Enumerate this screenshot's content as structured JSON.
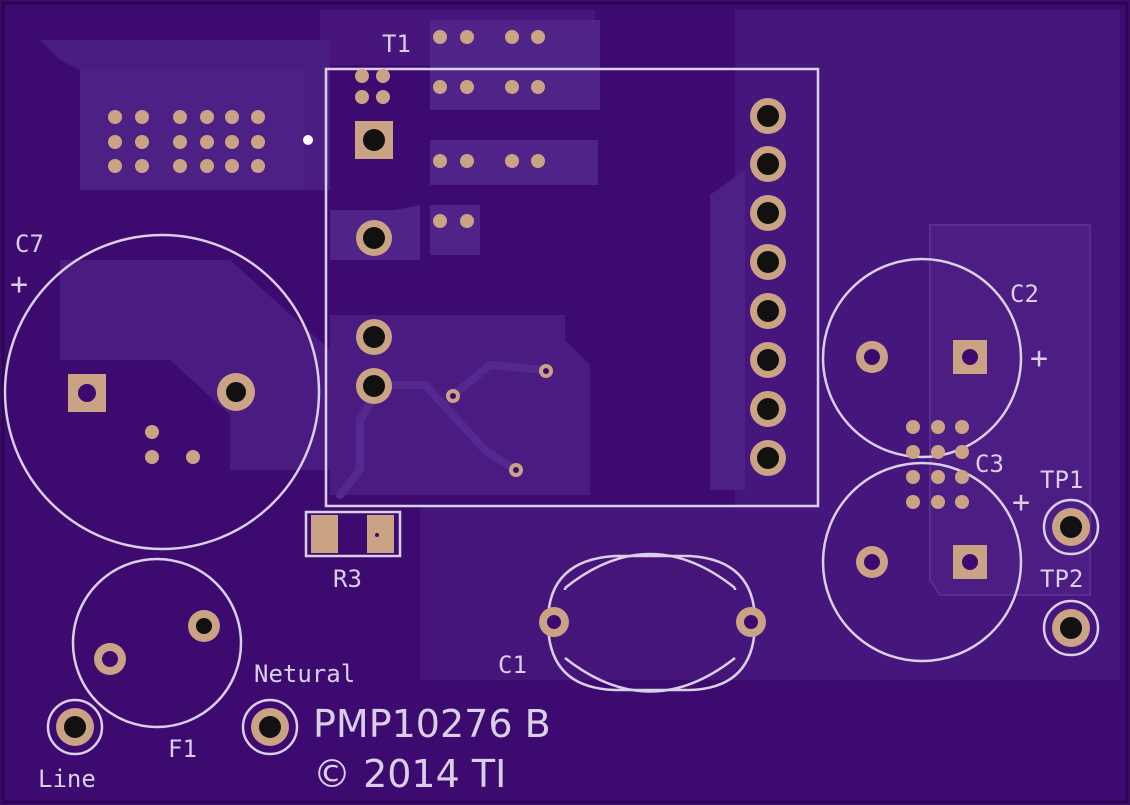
{
  "board": {
    "colors": {
      "substrate": "#3d0a70",
      "copper_pour": "#4a1a80",
      "copper_pour_alt": "#45157a",
      "trace": "#4f2488",
      "silkscreen": "#d9cfe6",
      "pad_gold": "#c9a383",
      "drill": "#111111"
    },
    "labels": {
      "t1": "T1",
      "c7": "C7",
      "c7_plus": "+",
      "c2": "C2",
      "c2_plus": "+",
      "c3": "C3",
      "c3_plus": "+",
      "tp1": "TP1",
      "tp2": "TP2",
      "r3": "R3",
      "c1": "C1",
      "f1": "F1",
      "netural": "Netural",
      "line": "Line",
      "board_id": "PMP10276 B",
      "copyright": "© 2014 TI"
    }
  }
}
